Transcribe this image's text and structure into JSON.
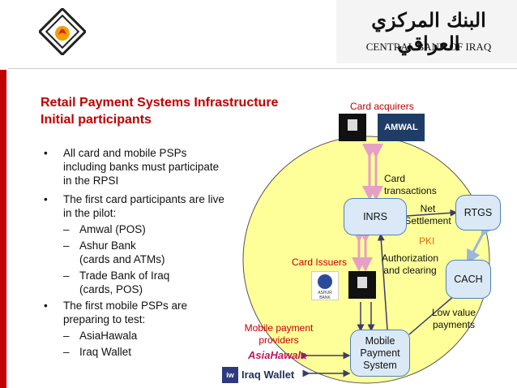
{
  "header": {
    "bank_name_arabic": "البنك المركزي العراقي",
    "bank_name_english": "CENTRAL BANK OF IRAQ"
  },
  "slide": {
    "title_line1": "Retail Payment Systems Infrastructure",
    "title_line2": "Initial participants"
  },
  "bullets": [
    {
      "text_lines": [
        "All card and mobile PSPs",
        "including banks must participate",
        "in the RPSI"
      ]
    },
    {
      "text_lines": [
        "The first card participants are live",
        "in the pilot:"
      ],
      "sub": [
        {
          "lines": [
            "Amwal (POS)"
          ]
        },
        {
          "lines": [
            "Ashur Bank",
            "(cards and ATMs)"
          ]
        },
        {
          "lines": [
            "Trade Bank of Iraq",
            "(cards, POS)"
          ]
        }
      ]
    },
    {
      "text_lines": [
        "The first mobile PSPs are",
        "preparing to test:"
      ],
      "sub": [
        {
          "lines": [
            "AsiaHawala"
          ]
        },
        {
          "lines": [
            "Iraq Wallet"
          ]
        }
      ]
    }
  ],
  "diagram": {
    "card_acquirers": "Card acquirers",
    "card_transactions": [
      "Card",
      "transactions"
    ],
    "net_settlement": [
      "Net",
      "Settlement"
    ],
    "pki": "PKI",
    "card_issuers": "Card Issuers",
    "authorization": [
      "Authorization",
      "and clearing"
    ],
    "low_value": [
      "Low value",
      "payments"
    ],
    "mobile_providers": [
      "Mobile payment",
      "providers"
    ],
    "inrs": "INRS",
    "rtgs": "RTGS",
    "cach": "CACH",
    "mobile_system": [
      "Mobile",
      "Payment",
      "System"
    ],
    "amwal_logo": "AMWAL",
    "ashur_logo": "ASHUR BANK",
    "asiahawala_logo": "AsiaHawala",
    "iraqwallet_logo": "Iraq Wallet",
    "iw_mark": "iw"
  },
  "colors": {
    "accent_red": "#c00000",
    "ellipse_fill": "#ffff99",
    "box_fill": "#dbe9f7",
    "box_border": "#4f81bd",
    "arrow_pink": "#e6a0c4",
    "arrow_dark": "#3b3b6b"
  }
}
